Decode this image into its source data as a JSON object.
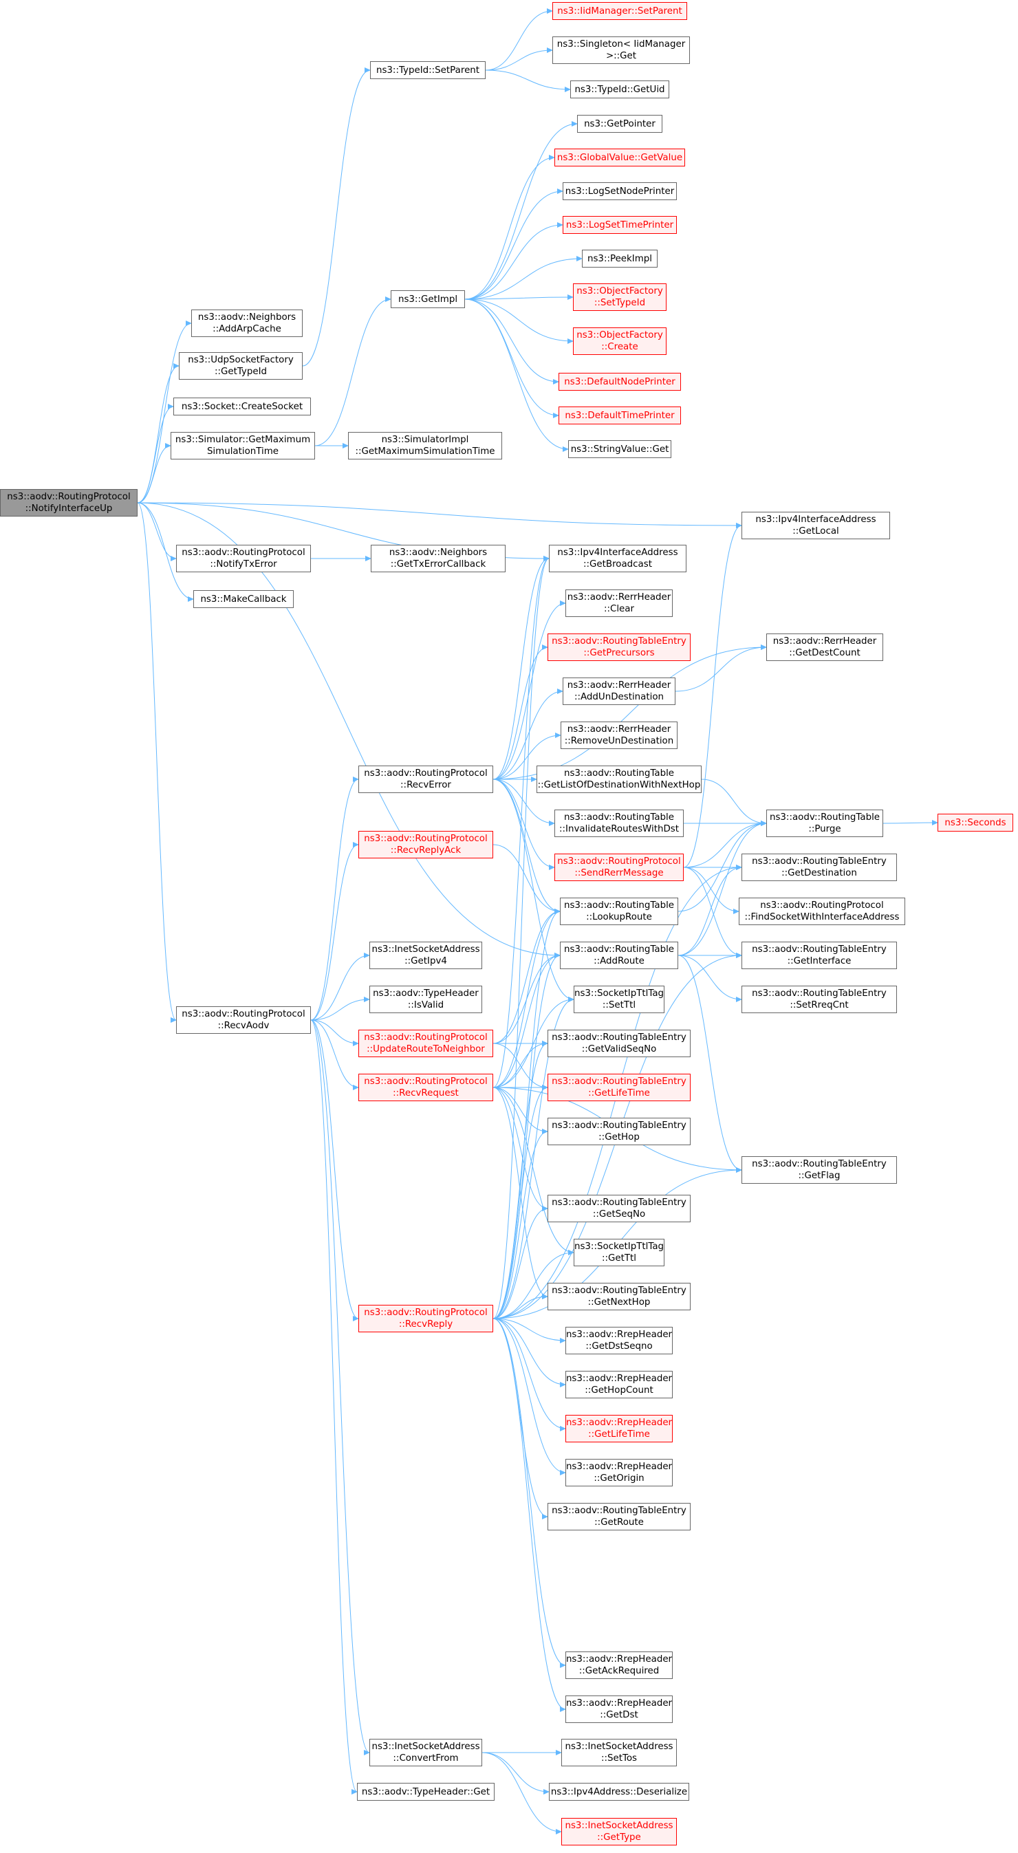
{
  "graph": {
    "edge_color": "#63b8ff",
    "nodes": [
      {
        "id": "root",
        "label": "ns3::aodv::RoutingProtocol\n::NotifyInterfaceUp",
        "style": "root"
      },
      {
        "id": "addarp",
        "label": "ns3::aodv::Neighbors\n::AddArpCache",
        "style": "normal"
      },
      {
        "id": "udpfact",
        "label": "ns3::UdpSocketFactory\n::GetTypeId",
        "style": "normal"
      },
      {
        "id": "createsock",
        "label": "ns3::Socket::CreateSocket",
        "style": "normal"
      },
      {
        "id": "simmax",
        "label": "ns3::Simulator::GetMaximum\nSimulationTime",
        "style": "normal"
      },
      {
        "id": "notifytx",
        "label": "ns3::aodv::RoutingProtocol\n::NotifyTxError",
        "style": "normal"
      },
      {
        "id": "makecb",
        "label": "ns3::MakeCallback",
        "style": "normal"
      },
      {
        "id": "recvaodv",
        "label": "ns3::aodv::RoutingProtocol\n::RecvAodv",
        "style": "normal"
      },
      {
        "id": "typeidsetparent",
        "label": "ns3::TypeId::SetParent",
        "style": "normal"
      },
      {
        "id": "getimpl",
        "label": "ns3::GetImpl",
        "style": "normal"
      },
      {
        "id": "simimplmax",
        "label": "ns3::SimulatorImpl\n::GetMaximumSimulationTime",
        "style": "normal"
      },
      {
        "id": "gettxerr",
        "label": "ns3::aodv::Neighbors\n::GetTxErrorCallback",
        "style": "normal"
      },
      {
        "id": "iidsetparent",
        "label": "ns3::IidManager::SetParent",
        "style": "warn"
      },
      {
        "id": "singleton",
        "label": "ns3::Singleton< IidManager\n>::Get",
        "style": "normal"
      },
      {
        "id": "getuid",
        "label": "ns3::TypeId::GetUid",
        "style": "normal"
      },
      {
        "id": "getpointer",
        "label": "ns3::GetPointer",
        "style": "normal"
      },
      {
        "id": "globalvalue",
        "label": "ns3::GlobalValue::GetValue",
        "style": "warn"
      },
      {
        "id": "lognode",
        "label": "ns3::LogSetNodePrinter",
        "style": "normal"
      },
      {
        "id": "logtime",
        "label": "ns3::LogSetTimePrinter",
        "style": "warn"
      },
      {
        "id": "peekimpl",
        "label": "ns3::PeekImpl",
        "style": "normal"
      },
      {
        "id": "ofsettype",
        "label": "ns3::ObjectFactory\n::SetTypeId",
        "style": "warn"
      },
      {
        "id": "ofcreate",
        "label": "ns3::ObjectFactory\n::Create",
        "style": "warn"
      },
      {
        "id": "defnode",
        "label": "ns3::DefaultNodePrinter",
        "style": "warn"
      },
      {
        "id": "deftime",
        "label": "ns3::DefaultTimePrinter",
        "style": "warn"
      },
      {
        "id": "strget",
        "label": "ns3::StringValue::Get",
        "style": "normal"
      },
      {
        "id": "getlocal",
        "label": "ns3::Ipv4InterfaceAddress\n::GetLocal",
        "style": "normal"
      },
      {
        "id": "getbroadcast",
        "label": "ns3::Ipv4InterfaceAddress\n::GetBroadcast",
        "style": "normal"
      },
      {
        "id": "rerrclear",
        "label": "ns3::aodv::RerrHeader\n::Clear",
        "style": "normal"
      },
      {
        "id": "getprec",
        "label": "ns3::aodv::RoutingTableEntry\n::GetPrecursors",
        "style": "warn"
      },
      {
        "id": "addundest",
        "label": "ns3::aodv::RerrHeader\n::AddUnDestination",
        "style": "normal"
      },
      {
        "id": "rmundest",
        "label": "ns3::aodv::RerrHeader\n::RemoveUnDestination",
        "style": "normal"
      },
      {
        "id": "getlistdest",
        "label": "ns3::aodv::RoutingTable\n::GetListOfDestinationWithNextHop",
        "style": "normal"
      },
      {
        "id": "invalidate",
        "label": "ns3::aodv::RoutingTable\n::InvalidateRoutesWithDst",
        "style": "normal"
      },
      {
        "id": "sendrerr",
        "label": "ns3::aodv::RoutingProtocol\n::SendRerrMessage",
        "style": "warn"
      },
      {
        "id": "lookup",
        "label": "ns3::aodv::RoutingTable\n::LookupRoute",
        "style": "normal"
      },
      {
        "id": "addroute",
        "label": "ns3::aodv::RoutingTable\n::AddRoute",
        "style": "normal"
      },
      {
        "id": "setttl",
        "label": "ns3::SocketIpTtlTag\n::SetTtl",
        "style": "normal"
      },
      {
        "id": "getvalidseq",
        "label": "ns3::aodv::RoutingTableEntry\n::GetValidSeqNo",
        "style": "normal"
      },
      {
        "id": "getlifetime",
        "label": "ns3::aodv::RoutingTableEntry\n::GetLifeTime",
        "style": "warn"
      },
      {
        "id": "gethop",
        "label": "ns3::aodv::RoutingTableEntry\n::GetHop",
        "style": "normal"
      },
      {
        "id": "getseqno",
        "label": "ns3::aodv::RoutingTableEntry\n::GetSeqNo",
        "style": "normal"
      },
      {
        "id": "getttl",
        "label": "ns3::SocketIpTtlTag\n::GetTtl",
        "style": "normal"
      },
      {
        "id": "getnexthop",
        "label": "ns3::aodv::RoutingTableEntry\n::GetNextHop",
        "style": "normal"
      },
      {
        "id": "rrepdstseq",
        "label": "ns3::aodv::RrepHeader\n::GetDstSeqno",
        "style": "normal"
      },
      {
        "id": "rrephop",
        "label": "ns3::aodv::RrepHeader\n::GetHopCount",
        "style": "normal"
      },
      {
        "id": "rreplife",
        "label": "ns3::aodv::RrepHeader\n::GetLifeTime",
        "style": "warn"
      },
      {
        "id": "rreporigin",
        "label": "ns3::aodv::RrepHeader\n::GetOrigin",
        "style": "normal"
      },
      {
        "id": "getroute",
        "label": "ns3::aodv::RoutingTableEntry\n::GetRoute",
        "style": "normal"
      },
      {
        "id": "ackreq",
        "label": "ns3::aodv::RrepHeader\n::GetAckRequired",
        "style": "normal"
      },
      {
        "id": "rrepdst",
        "label": "ns3::aodv::RrepHeader\n::GetDst",
        "style": "normal"
      },
      {
        "id": "settos",
        "label": "ns3::InetSocketAddress\n::SetTos",
        "style": "normal"
      },
      {
        "id": "ipv4deser",
        "label": "ns3::Ipv4Address::Deserialize",
        "style": "normal"
      },
      {
        "id": "inettype",
        "label": "ns3::InetSocketAddress\n::GetType",
        "style": "warn"
      },
      {
        "id": "getdestcount",
        "label": "ns3::aodv::RerrHeader\n::GetDestCount",
        "style": "normal"
      },
      {
        "id": "purge",
        "label": "ns3::aodv::RoutingTable\n::Purge",
        "style": "normal"
      },
      {
        "id": "seconds",
        "label": "ns3::Seconds",
        "style": "warn"
      },
      {
        "id": "getdest",
        "label": "ns3::aodv::RoutingTableEntry\n::GetDestination",
        "style": "normal"
      },
      {
        "id": "findsock",
        "label": "ns3::aodv::RoutingProtocol\n::FindSocketWithInterfaceAddress",
        "style": "normal"
      },
      {
        "id": "getiface",
        "label": "ns3::aodv::RoutingTableEntry\n::GetInterface",
        "style": "normal"
      },
      {
        "id": "setrreq",
        "label": "ns3::aodv::RoutingTableEntry\n::SetRreqCnt",
        "style": "normal"
      },
      {
        "id": "getflag",
        "label": "ns3::aodv::RoutingTableEntry\n::GetFlag",
        "style": "normal"
      },
      {
        "id": "recverror",
        "label": "ns3::aodv::RoutingProtocol\n::RecvError",
        "style": "normal"
      },
      {
        "id": "recvack",
        "label": "ns3::aodv::RoutingProtocol\n::RecvReplyAck",
        "style": "warn"
      },
      {
        "id": "getipv4",
        "label": "ns3::InetSocketAddress\n::GetIpv4",
        "style": "normal"
      },
      {
        "id": "isvalid",
        "label": "ns3::aodv::TypeHeader\n::IsValid",
        "style": "normal"
      },
      {
        "id": "updroute",
        "label": "ns3::aodv::RoutingProtocol\n::UpdateRouteToNeighbor",
        "style": "warn"
      },
      {
        "id": "recvreq",
        "label": "ns3::aodv::RoutingProtocol\n::RecvRequest",
        "style": "warn"
      },
      {
        "id": "recvreply",
        "label": "ns3::aodv::RoutingProtocol\n::RecvReply",
        "style": "warn"
      },
      {
        "id": "convfrom",
        "label": "ns3::InetSocketAddress\n::ConvertFrom",
        "style": "normal"
      },
      {
        "id": "thget",
        "label": "ns3::aodv::TypeHeader::Get",
        "style": "normal"
      }
    ],
    "edges": [
      [
        "root",
        "addarp"
      ],
      [
        "root",
        "udpfact"
      ],
      [
        "root",
        "createsock"
      ],
      [
        "root",
        "simmax"
      ],
      [
        "root",
        "getlocal"
      ],
      [
        "root",
        "getbroadcast"
      ],
      [
        "root",
        "notifytx"
      ],
      [
        "root",
        "makecb"
      ],
      [
        "root",
        "addroute"
      ],
      [
        "root",
        "recvaodv"
      ],
      [
        "udpfact",
        "typeidsetparent"
      ],
      [
        "typeidsetparent",
        "iidsetparent"
      ],
      [
        "typeidsetparent",
        "singleton"
      ],
      [
        "typeidsetparent",
        "getuid"
      ],
      [
        "simmax",
        "getimpl"
      ],
      [
        "simmax",
        "simimplmax"
      ],
      [
        "getimpl",
        "getpointer"
      ],
      [
        "getimpl",
        "globalvalue"
      ],
      [
        "getimpl",
        "lognode"
      ],
      [
        "getimpl",
        "logtime"
      ],
      [
        "getimpl",
        "peekimpl"
      ],
      [
        "getimpl",
        "ofsettype"
      ],
      [
        "getimpl",
        "ofcreate"
      ],
      [
        "getimpl",
        "defnode"
      ],
      [
        "getimpl",
        "deftime"
      ],
      [
        "getimpl",
        "strget"
      ],
      [
        "notifytx",
        "gettxerr"
      ],
      [
        "recvaodv",
        "recverror"
      ],
      [
        "recvaodv",
        "recvack"
      ],
      [
        "recvaodv",
        "getipv4"
      ],
      [
        "recvaodv",
        "isvalid"
      ],
      [
        "recvaodv",
        "updroute"
      ],
      [
        "recvaodv",
        "recvreq"
      ],
      [
        "recvaodv",
        "recvreply"
      ],
      [
        "recvaodv",
        "convfrom"
      ],
      [
        "recvaodv",
        "thget"
      ],
      [
        "recverror",
        "getbroadcast"
      ],
      [
        "recverror",
        "rerrclear"
      ],
      [
        "recverror",
        "getprec"
      ],
      [
        "recverror",
        "addundest"
      ],
      [
        "recverror",
        "rmundest"
      ],
      [
        "recverror",
        "getlistdest"
      ],
      [
        "recverror",
        "invalidate"
      ],
      [
        "recverror",
        "sendrerr"
      ],
      [
        "recverror",
        "lookup"
      ],
      [
        "recverror",
        "getdestcount"
      ],
      [
        "recverror",
        "setttl"
      ],
      [
        "recvack",
        "lookup"
      ],
      [
        "updroute",
        "lookup"
      ],
      [
        "updroute",
        "addroute"
      ],
      [
        "updroute",
        "getvalidseq"
      ],
      [
        "updroute",
        "getlifetime"
      ],
      [
        "recvreq",
        "lookup"
      ],
      [
        "recvreq",
        "addroute"
      ],
      [
        "recvreq",
        "setttl"
      ],
      [
        "recvreq",
        "getvalidseq"
      ],
      [
        "recvreq",
        "getlifetime"
      ],
      [
        "recvreq",
        "gethop"
      ],
      [
        "recvreq",
        "getseqno"
      ],
      [
        "recvreq",
        "getttl"
      ],
      [
        "recvreq",
        "getnexthop"
      ],
      [
        "recvreq",
        "getflag"
      ],
      [
        "recvreq",
        "getbroadcast"
      ],
      [
        "recvreply",
        "getbroadcast"
      ],
      [
        "recvreply",
        "lookup"
      ],
      [
        "recvreply",
        "addroute"
      ],
      [
        "recvreply",
        "setttl"
      ],
      [
        "recvreply",
        "getvalidseq"
      ],
      [
        "recvreply",
        "getlifetime"
      ],
      [
        "recvreply",
        "gethop"
      ],
      [
        "recvreply",
        "getseqno"
      ],
      [
        "recvreply",
        "getttl"
      ],
      [
        "recvreply",
        "getnexthop"
      ],
      [
        "recvreply",
        "rrepdstseq"
      ],
      [
        "recvreply",
        "rrephop"
      ],
      [
        "recvreply",
        "rreplife"
      ],
      [
        "recvreply",
        "rreporigin"
      ],
      [
        "recvreply",
        "getroute"
      ],
      [
        "recvreply",
        "ackreq"
      ],
      [
        "recvreply",
        "rrepdst"
      ],
      [
        "recvreply",
        "getflag"
      ],
      [
        "recvreply",
        "getdest"
      ],
      [
        "recvreply",
        "getiface"
      ],
      [
        "convfrom",
        "settos"
      ],
      [
        "convfrom",
        "ipv4deser"
      ],
      [
        "convfrom",
        "inettype"
      ],
      [
        "addundest",
        "getdestcount"
      ],
      [
        "getlistdest",
        "purge"
      ],
      [
        "invalidate",
        "purge"
      ],
      [
        "sendrerr",
        "getlocal"
      ],
      [
        "sendrerr",
        "getdest"
      ],
      [
        "sendrerr",
        "findsock"
      ],
      [
        "sendrerr",
        "getiface"
      ],
      [
        "sendrerr",
        "purge"
      ],
      [
        "lookup",
        "purge"
      ],
      [
        "addroute",
        "purge"
      ],
      [
        "addroute",
        "getdest"
      ],
      [
        "addroute",
        "getiface"
      ],
      [
        "addroute",
        "setrreq"
      ],
      [
        "addroute",
        "getflag"
      ],
      [
        "purge",
        "seconds"
      ]
    ]
  }
}
